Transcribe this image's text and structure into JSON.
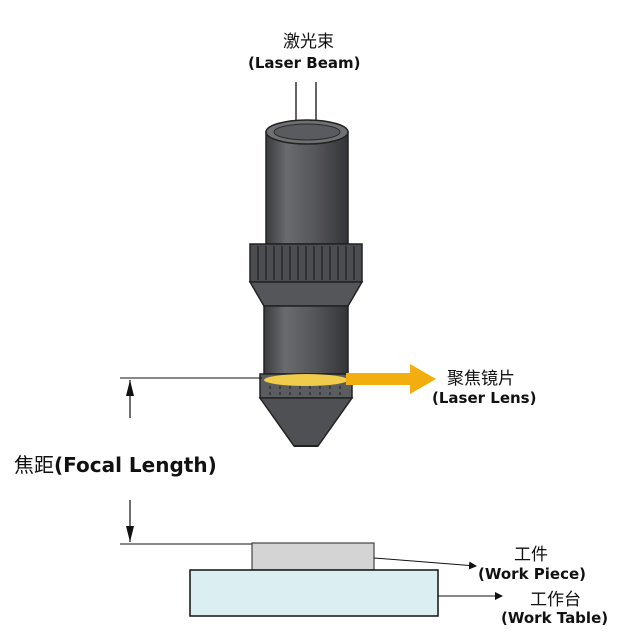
{
  "labels": {
    "laser_beam_cn": "激光束",
    "laser_beam_en": "(Laser Beam)",
    "laser_lens_cn": "聚焦镜片",
    "laser_lens_en": "(Laser Lens)",
    "focal_length_cn": "焦距",
    "focal_length_en": "(Focal Length)",
    "work_piece_cn": "工件",
    "work_piece_en": "(Work Piece)",
    "work_table_cn": "工作台",
    "work_table_en": "(Work Table)"
  },
  "colors": {
    "nozzle_body": "#56575a",
    "nozzle_dark": "#2f3033",
    "lens_arrow": "#f2ae0f",
    "lens_glow": "#f8d24a",
    "work_piece": "#d4d4d4",
    "work_table": "#dbeff2",
    "line": "#111111"
  },
  "icons": [
    "laser-beam-arrow-icon",
    "lens-pointer-arrow-icon",
    "dimension-arrow-icon"
  ]
}
